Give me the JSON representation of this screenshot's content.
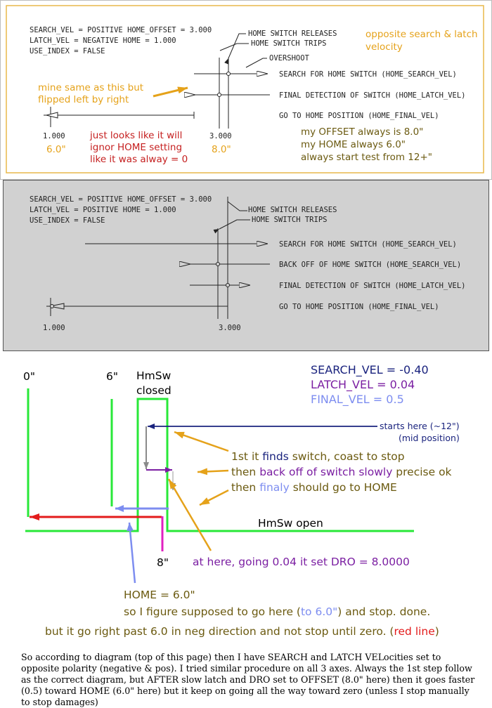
{
  "colors": {
    "panel1_border": "#e8b84a",
    "panel2_fill": "#d1d1d1",
    "orange": "#e5a21a",
    "dark_red": "#c51f1f",
    "olive": "#6b5a10",
    "green": "#28e838",
    "navy": "#1a237e",
    "purple": "#7b1fa2",
    "lightblue": "#7d8df0",
    "red": "#e31b1b",
    "gray": "#8a8a8a",
    "magenta": "#e020c0"
  },
  "panel1": {
    "params": [
      "SEARCH_VEL = POSITIVE   HOME_OFFSET = 3.000",
      "LATCH_VEL = NEGATIVE   HOME = 1.000",
      "USE_INDEX = FALSE"
    ],
    "label_releases": "HOME SWITCH RELEASES",
    "label_trips": "HOME SWITCH TRIPS",
    "label_overshoot": "OVERSHOOT",
    "row1": "SEARCH FOR HOME SWITCH (HOME_SEARCH_VEL)",
    "row2": "FINAL DETECTION OF SWITCH (HOME_LATCH_VEL)",
    "row3": "GO TO HOME POSITION (HOME_FINAL_VEL)",
    "tick_left": "1.000",
    "tick_right": "3.000",
    "note_orange_right": [
      "opposite search & latch",
      "velocity"
    ],
    "note_mine": [
      "mine same as this but",
      "flipped left by right"
    ],
    "note_red": [
      "just looks like it will",
      "ignor HOME setting",
      "like it was alway = 0"
    ],
    "val_left": "6.0\"",
    "val_right": "8.0\"",
    "note_my": [
      "my OFFSET always is 8.0\"",
      "my HOME always 6.0\"",
      "always start test from 12+\""
    ]
  },
  "panel2": {
    "params": [
      "SEARCH_VEL = POSITIVE   HOME_OFFSET = 3.000",
      "LATCH_VEL = POSITIVE   HOME = 1.000",
      "USE_INDEX = FALSE"
    ],
    "label_releases": "HOME SWITCH RELEASES",
    "label_trips": "HOME SWITCH TRIPS",
    "row1": "SEARCH FOR HOME SWITCH (HOME_SEARCH_VEL)",
    "row2": "BACK OFF OF HOME SWITCH (HOME_SEARCH_VEL)",
    "row3": "FINAL DETECTION OF SWITCH (HOME_LATCH_VEL)",
    "row4": "GO TO HOME POSITION (HOME_FINAL_VEL)",
    "tick_left": "1.000",
    "tick_right": "3.000"
  },
  "sketch": {
    "label_0": "0\"",
    "label_6": "6\"",
    "hmsw_closed": [
      "HmSw",
      "closed"
    ],
    "search_vel": "SEARCH_VEL = -0.40",
    "latch_vel": "LATCH_VEL =  0.04",
    "final_vel": "FINAL_VEL = 0.5",
    "starts_here": [
      "starts here (~12\")",
      "(mid position)"
    ],
    "step1_pre": "1st it ",
    "step1_finds": "finds",
    "step1_post": " switch, coast to stop",
    "step2_pre": "then ",
    "step2_back": "back off of switch ",
    "step2_slowly": "slowly",
    "step2_post": " precise ok",
    "step3_pre": "then ",
    "step3_finaly": "finaly",
    "step3_post": " should go to HOME",
    "hmsw_open": "HmSw open",
    "label_8": "8\"",
    "at_here": "at here, going 0.04 it set DRO = 8.0000",
    "home_eq": "HOME = 6.0\"",
    "figure_pre": "so I figure supposed to go here (",
    "figure_to": "to 6.0\"",
    "figure_post": ") and stop. done.",
    "but_pre": "but it go right past 6.0 in neg direction and not stop until zero. (",
    "but_red": "red line",
    "but_post": ")"
  },
  "paragraph": "So according to diagram (top of this page) then I have SEARCH and LATCH VELocities set to opposite polarity (negative & pos). I tried similar procedure on all 3 axes. Always the 1st step follow as the correct diagram, but AFTER slow latch and DRO set to OFFSET (8.0\" here) then it goes faster (0.5) toward HOME (6.0\" here) but it keep on going all the way toward zero (unless I stop manually to stop damages)"
}
